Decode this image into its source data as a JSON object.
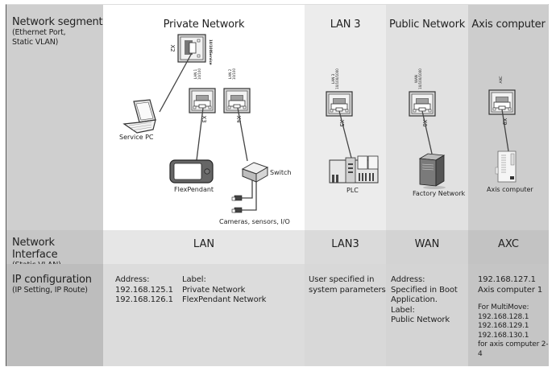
{
  "row_labels": {
    "segment": {
      "title": "Network segment",
      "sub1": "(Ethernet Port,",
      "sub2": "Static VLAN)"
    },
    "interface": {
      "title": "Network Interface",
      "sub1": "(Static VLAN)"
    },
    "ipconfig": {
      "title": "IP configuration",
      "sub1": "(IP Setting, IP Route)"
    }
  },
  "columns": [
    {
      "title": "Private Network",
      "interface": "LAN"
    },
    {
      "title": "LAN 3",
      "interface": "LAN3"
    },
    {
      "title": "Public Network",
      "interface": "WAN"
    },
    {
      "title": "Axis computer",
      "interface": "AXC"
    }
  ],
  "ports": {
    "x2": {
      "id": "X2",
      "side_top": "10/100",
      "side_bottom": "Service"
    },
    "x3": {
      "id": "X3",
      "name": "LAN 1",
      "speed": "10/100"
    },
    "x4": {
      "id": "X4",
      "name": "LAN 2",
      "speed": "10/100"
    },
    "x5": {
      "id": "X5",
      "name": "LAN 3",
      "speed": "10/100/1000"
    },
    "x6": {
      "id": "X6",
      "name": "WAN",
      "speed": "10/100/1000"
    },
    "x9": {
      "id": "X9",
      "name": "AXC"
    }
  },
  "devices": {
    "service_pc": "Service PC",
    "flexpendant": "FlexPendant",
    "switch": "Switch",
    "cameras": "Cameras, sensors, I/O",
    "plc": "PLC",
    "factory": "Factory Network",
    "axis": "Axis computer"
  },
  "ip": {
    "private": {
      "address_label": "Address:",
      "addresses": [
        "192.168.125.1",
        "192.168.126.1"
      ],
      "label_label": "Label:",
      "labels": [
        "Private Network",
        "FlexPendant Network"
      ]
    },
    "lan3": [
      "User specified in",
      "system parameters"
    ],
    "public": [
      "Address:",
      "Specified in Boot",
      "Application.",
      "Label:",
      "Public Network"
    ],
    "axis": {
      "main": [
        "192.168.127.1",
        "Axis computer 1"
      ],
      "multimove": [
        "For MultiMove:",
        "192.168.128.1",
        "192.168.129.1",
        "192.168.130.1",
        "for axis computer 2-4"
      ]
    }
  },
  "colors": {
    "label_col": "#cfcfcf",
    "private_bg": "#ffffff",
    "lan3_bg": "#ececec",
    "public_bg": "#e1e1e1",
    "axis_bg": "#cdcdcd",
    "row2_private": "#e6e6e6",
    "row2_lan3": "#dadada",
    "row2_public": "#d3d3d3",
    "row2_axis": "#c3c3c3",
    "row3_private": "#dcdcdc",
    "row3_lan3": "#d8d8d8",
    "row3_public": "#d4d4d4",
    "row3_axis": "#c5c5c5"
  }
}
